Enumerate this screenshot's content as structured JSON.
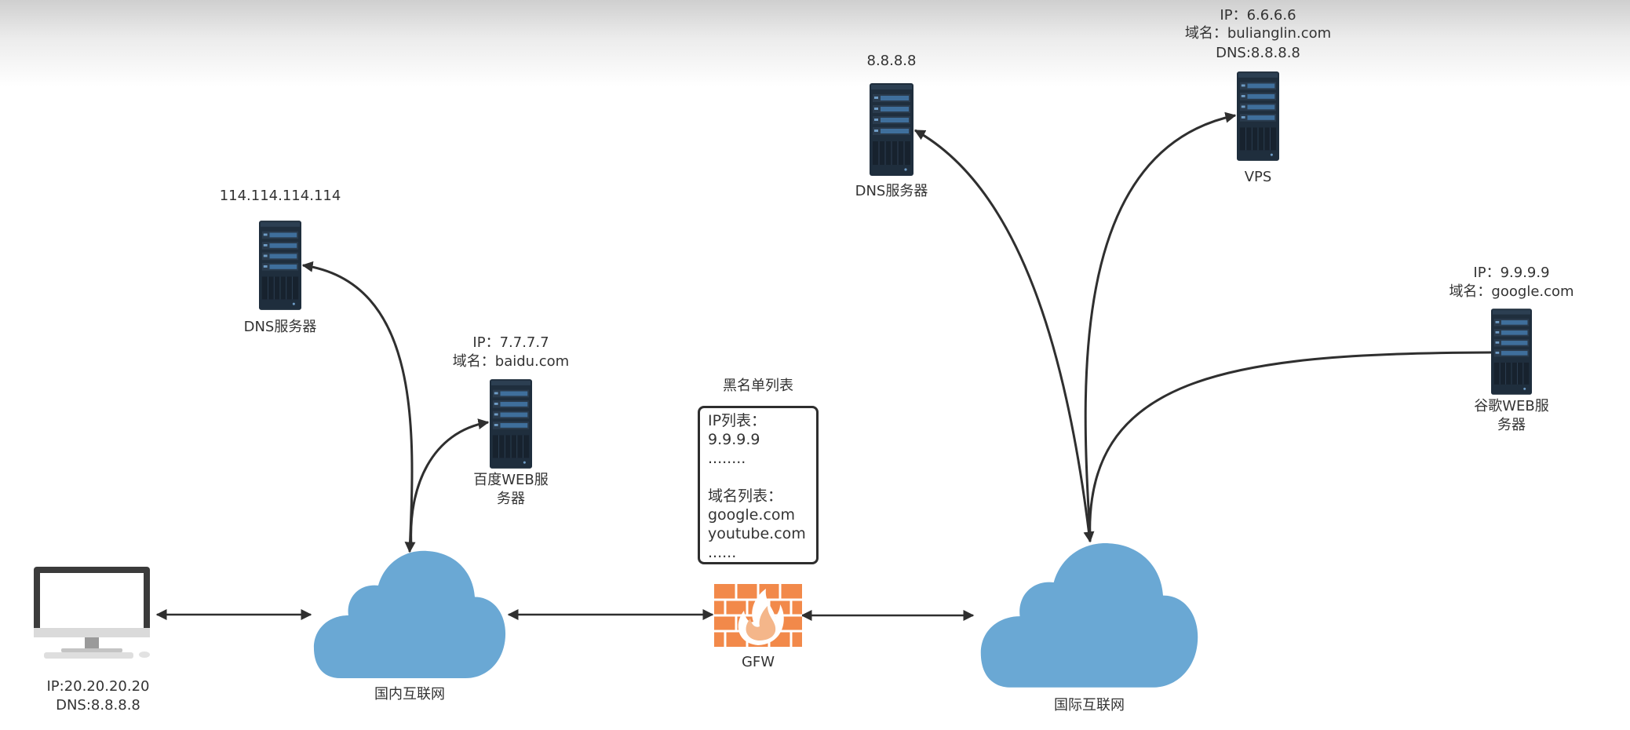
{
  "computer": {
    "ip": "IP:20.20.20.20",
    "dns": "DNS:8.8.8.8"
  },
  "domestic_internet": {
    "label": "国内互联网"
  },
  "international_internet": {
    "label": "国际互联网"
  },
  "domestic_dns": {
    "address": "114.114.114.114",
    "label": "DNS服务器"
  },
  "baidu_server": {
    "ip": "IP：7.7.7.7",
    "domain": "域名：baidu.com",
    "label": "百度WEB服务器"
  },
  "blacklist": {
    "title": "黑名单列表",
    "ip_heading": "IP列表：",
    "ip_entry": "9.9.9.9",
    "ip_more": "........",
    "domain_heading": "域名列表：",
    "domain_entries": [
      "google.com",
      "youtube.com"
    ],
    "domain_more": "......"
  },
  "gfw": {
    "label": "GFW"
  },
  "intl_dns": {
    "address": "8.8.8.8",
    "label": "DNS服务器"
  },
  "vps": {
    "ip": "IP：6.6.6.6",
    "domain": "域名：bulianglin.com",
    "dns": "DNS:8.8.8.8",
    "label": "VPS"
  },
  "google_server": {
    "ip": "IP：9.9.9.9",
    "domain": "域名：google.com",
    "label": "谷歌WEB服务器"
  },
  "colors": {
    "cloud": "#6aa8d4",
    "server_body": "#1f2e3d",
    "server_slot": "#3f6f9c",
    "firewall": "#f2894a",
    "flame": "#f4b68a",
    "arrow": "#2f2f2f"
  }
}
